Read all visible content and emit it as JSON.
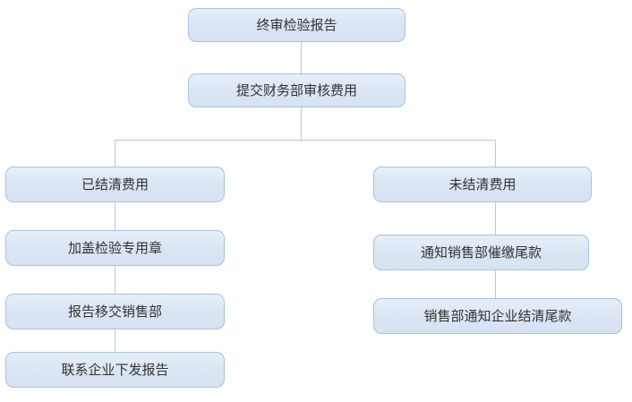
{
  "flowchart": {
    "type": "flowchart",
    "colors": {
      "node_fill": "#dce7f5",
      "node_fill_top": "#e7eef8",
      "node_border": "#a9c2de",
      "connector": "#b5c9e2",
      "text": "#333333",
      "background": "#ffffff"
    },
    "nodes": [
      {
        "id": "final-inspection-report",
        "label": "终审检验报告"
      },
      {
        "id": "submit-finance-fee-review",
        "label": "提交财务部审核费用"
      },
      {
        "id": "fees-settled",
        "label": "已结清费用"
      },
      {
        "id": "stamp-inspection-seal",
        "label": "加盖检验专用章"
      },
      {
        "id": "report-to-sales-dept",
        "label": "报告移交销售部"
      },
      {
        "id": "contact-enterprise-issue-report",
        "label": "联系企业下发报告"
      },
      {
        "id": "fees-unsettled",
        "label": "未结清费用"
      },
      {
        "id": "notify-sales-collect-balance",
        "label": "通知销售部催缴尾款"
      },
      {
        "id": "sales-notify-enterprise-settle",
        "label": "销售部通知企业结清尾款"
      }
    ],
    "edges": [
      {
        "from": "终审检验报告",
        "to": "提交财务部审核费用"
      },
      {
        "from": "提交财务部审核费用",
        "to": "已结清费用"
      },
      {
        "from": "提交财务部审核费用",
        "to": "未结清费用"
      },
      {
        "from": "已结清费用",
        "to": "加盖检验专用章"
      },
      {
        "from": "加盖检验专用章",
        "to": "报告移交销售部"
      },
      {
        "from": "报告移交销售部",
        "to": "联系企业下发报告"
      },
      {
        "from": "未结清费用",
        "to": "通知销售部催缴尾款"
      },
      {
        "from": "通知销售部催缴尾款",
        "to": "销售部通知企业结清尾款"
      }
    ]
  }
}
